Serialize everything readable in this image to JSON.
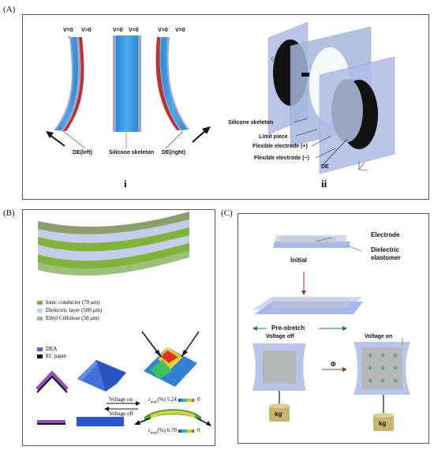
{
  "panelA": {
    "tag": "(A)",
    "volt": [
      "V=0",
      "V>0",
      "V=0",
      "V=0",
      "V>0",
      "V=0"
    ],
    "de_left": "DE(left)",
    "skeleton": "Silicone skeleton",
    "de_right": "DE(right)",
    "sub_i": "i",
    "sub_ii": "ii",
    "exploded": {
      "minus": "(-)",
      "plus": "(+)",
      "skeleton": "Silicone skeleton",
      "limit": "Limit piece",
      "flex_plus": "Flexible electrode (+)",
      "flex_minus": "Flexible electrode (−)",
      "de": "DE"
    }
  },
  "panelB": {
    "tag": "(B)",
    "legend": [
      {
        "text": "Ionic conductor (70 μm)",
        "color": "#7fb33a"
      },
      {
        "text": "Dielectric layer (500 μm)",
        "color": "#c5cdec"
      },
      {
        "text": "Ethyl Cellulose (50 μm)",
        "color": "#9bc07a"
      }
    ],
    "dea": "DEA",
    "ec": "EC paper",
    "v_on": "Voltage on",
    "v_off": "Voltage off",
    "eps1": "(%) 5.24",
    "eps1_zero": "0",
    "eps2": "(%) 6.70",
    "eps2_zero": "0"
  },
  "panelC": {
    "tag": "(C)",
    "electrode": "Electrode",
    "dielectric1": "Dielectric",
    "dielectric2": "elastomer",
    "initial": "Initial",
    "prestretch": "Pre-stretch",
    "v_off": "Voltage off",
    "v_on": "Voltage on",
    "phi": "Φ",
    "kg1": "kg",
    "kg2": "kg"
  }
}
